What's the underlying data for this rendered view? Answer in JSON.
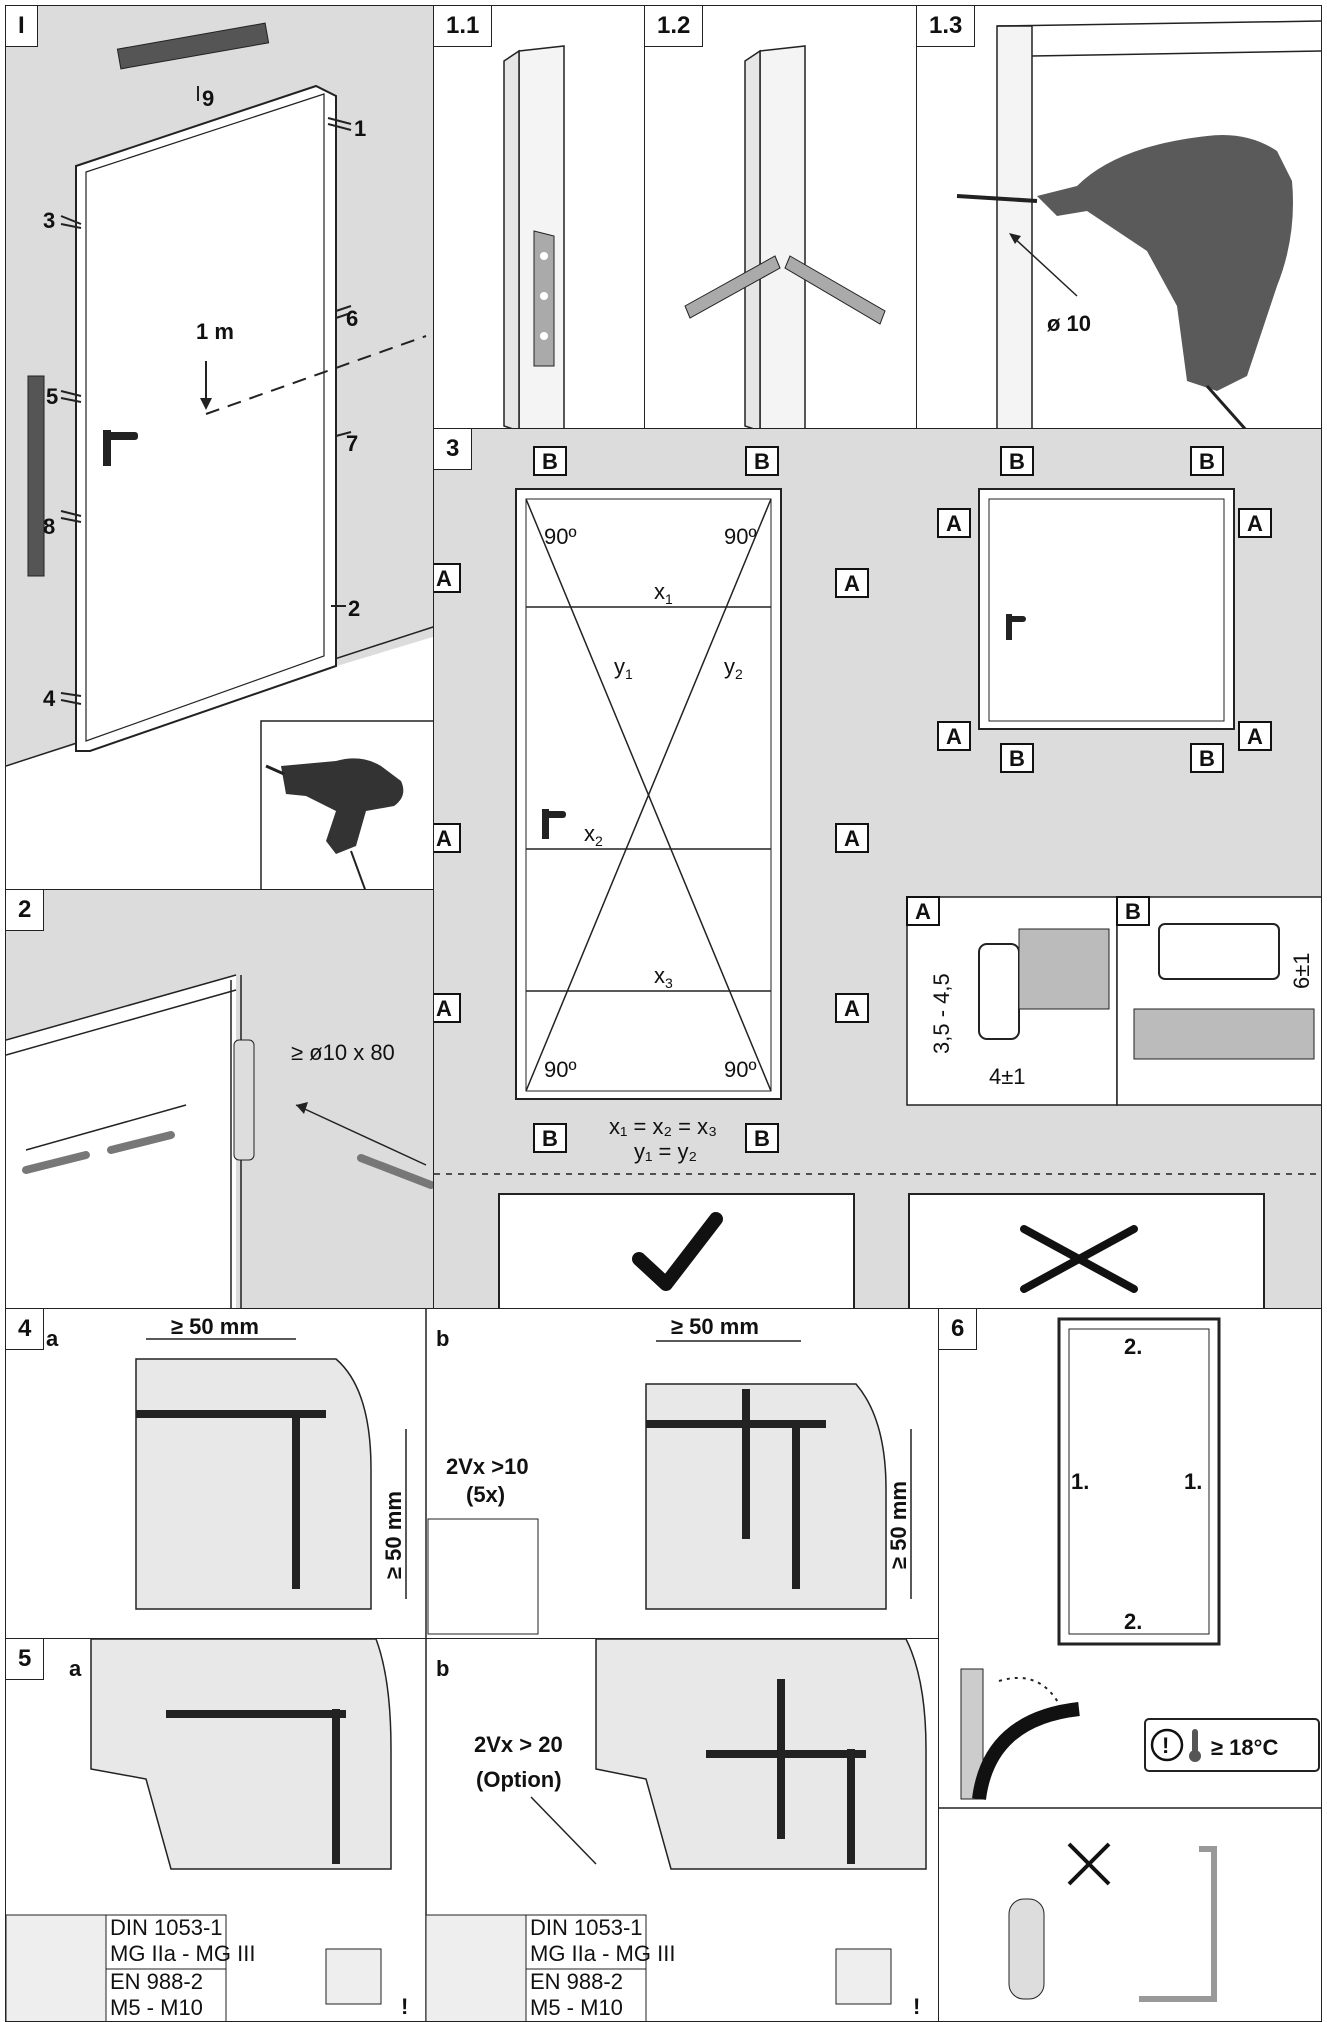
{
  "colors": {
    "panel_gray": "#dcdcdc",
    "door_white": "#ffffff",
    "frame_dark": "#555555",
    "drill_gray": "#555555",
    "line": "#111111"
  },
  "panel_I": {
    "tag": "I",
    "measure": "1 m",
    "anchors": [
      "1",
      "2",
      "3",
      "4",
      "5",
      "6",
      "7",
      "8",
      "9"
    ],
    "icons": [
      "spirit-level-icon",
      "power-drill-icon"
    ]
  },
  "panel_1_1": {
    "tag": "1.1"
  },
  "panel_1_2": {
    "tag": "1.2"
  },
  "panel_1_3": {
    "tag": "1.3",
    "diameter": "ø 10"
  },
  "panel_2": {
    "tag": "2",
    "spec": "≥ ø10 x 80"
  },
  "panel_3": {
    "tag": "3",
    "label_a": "A",
    "label_b": "B",
    "angle": "90º",
    "x1": "x",
    "x1_sub": "1",
    "x2": "x",
    "x2_sub": "2",
    "x3": "x",
    "x3_sub": "3",
    "y1": "y",
    "y1_sub": "1",
    "y2": "y",
    "y2_sub": "2",
    "eq1": "x₁ = x₂ = x₃",
    "eq2": "y₁ = y₂",
    "detail_a_dim1": "3,5 - 4,5",
    "detail_a_dim2": "4±1",
    "detail_b_dim": "6±1",
    "ok_icon": "checkmark-icon",
    "bad_icon": "cross-icon"
  },
  "panel_4": {
    "tag": "4",
    "sub_a": "a",
    "sub_b": "b",
    "min_a": "≥ 50 mm",
    "min_a_v": "≥ 50 mm",
    "min_b": "≥ 50 mm",
    "min_b_v": "≥ 50 mm",
    "screw_note": "2Vx >10",
    "screw_count": "(5x)"
  },
  "panel_5": {
    "tag": "5",
    "sub_a": "a",
    "sub_b": "b",
    "option_note": "2Vx > 20",
    "option": "(Option)",
    "std_1": "DIN 1053-1",
    "std_2": "MG IIa - MG III",
    "std_3": "EN 988-2",
    "std_4": "M5 - M10",
    "warn": "!"
  },
  "panel_6": {
    "tag": "6",
    "step1": "1.",
    "step2": "2.",
    "temp": "≥ 18°C",
    "warn_icon": "exclamation-circle-icon",
    "thermo_icon": "thermometer-icon"
  }
}
